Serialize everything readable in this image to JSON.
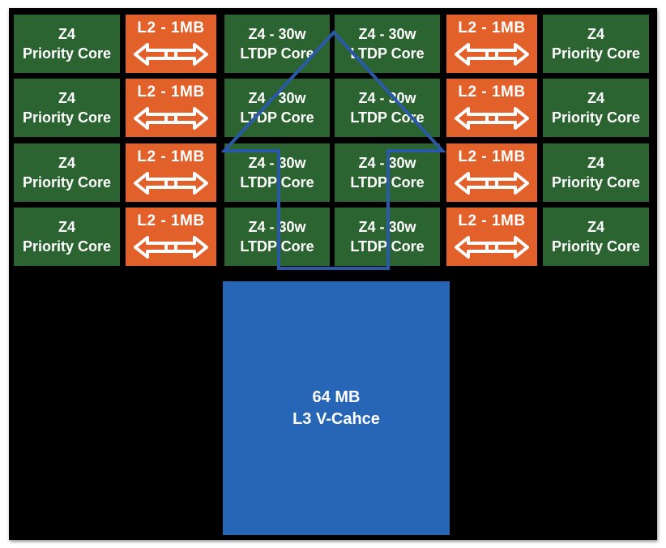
{
  "l3_cache": {
    "line1": "64 MB",
    "line2": "L3 V-Cahce"
  },
  "rows": [
    {
      "priority_left": {
        "line1": "Z4",
        "line2": "Priority Core"
      },
      "l2_left": {
        "label": "L2  - 1MB"
      },
      "ltdp_left": {
        "line1": "Z4 - 30w",
        "line2": "LTDP Core"
      },
      "ltdp_right": {
        "line1": "Z4 - 30w",
        "line2": "LTDP Core"
      },
      "l2_right": {
        "label": "L2  - 1MB"
      },
      "priority_right": {
        "line1": "Z4",
        "line2": "Priority Core"
      }
    },
    {
      "priority_left": {
        "line1": "Z4",
        "line2": "Priority Core"
      },
      "l2_left": {
        "label": "L2  - 1MB"
      },
      "ltdp_left": {
        "line1": "Z4 - 30w",
        "line2": "LTDP Core"
      },
      "ltdp_right": {
        "line1": "Z4 - 30w",
        "line2": "LTDP Core"
      },
      "l2_right": {
        "label": "L2  - 1MB"
      },
      "priority_right": {
        "line1": "Z4",
        "line2": "Priority Core"
      }
    },
    {
      "priority_left": {
        "line1": "Z4",
        "line2": "Priority Core"
      },
      "l2_left": {
        "label": "L2  - 1MB"
      },
      "ltdp_left": {
        "line1": "Z4 - 30w",
        "line2": "LTDP Core"
      },
      "ltdp_right": {
        "line1": "Z4 - 30w",
        "line2": "LTDP Core"
      },
      "l2_right": {
        "label": "L2  - 1MB"
      },
      "priority_right": {
        "line1": "Z4",
        "line2": "Priority Core"
      }
    },
    {
      "priority_left": {
        "line1": "Z4",
        "line2": "Priority Core"
      },
      "l2_left": {
        "label": "L2  - 1MB"
      },
      "ltdp_left": {
        "line1": "Z4 - 30w",
        "line2": "LTDP Core"
      },
      "ltdp_right": {
        "line1": "Z4 - 30w",
        "line2": "LTDP Core"
      },
      "l2_right": {
        "label": "L2  - 1MB"
      },
      "priority_right": {
        "line1": "Z4",
        "line2": "Priority Core"
      }
    }
  ],
  "colors": {
    "background": "#000000",
    "priority_core": "#2b6331",
    "ltdp_core": "#2b6331",
    "l2_cache": "#e2612b",
    "l3_cache": "#2765b7",
    "outline_arrow": "#2a5aa7"
  },
  "icons": {
    "l2_connector": "double-headed-arrow-icon",
    "overlay": "up-arrow-outline"
  }
}
